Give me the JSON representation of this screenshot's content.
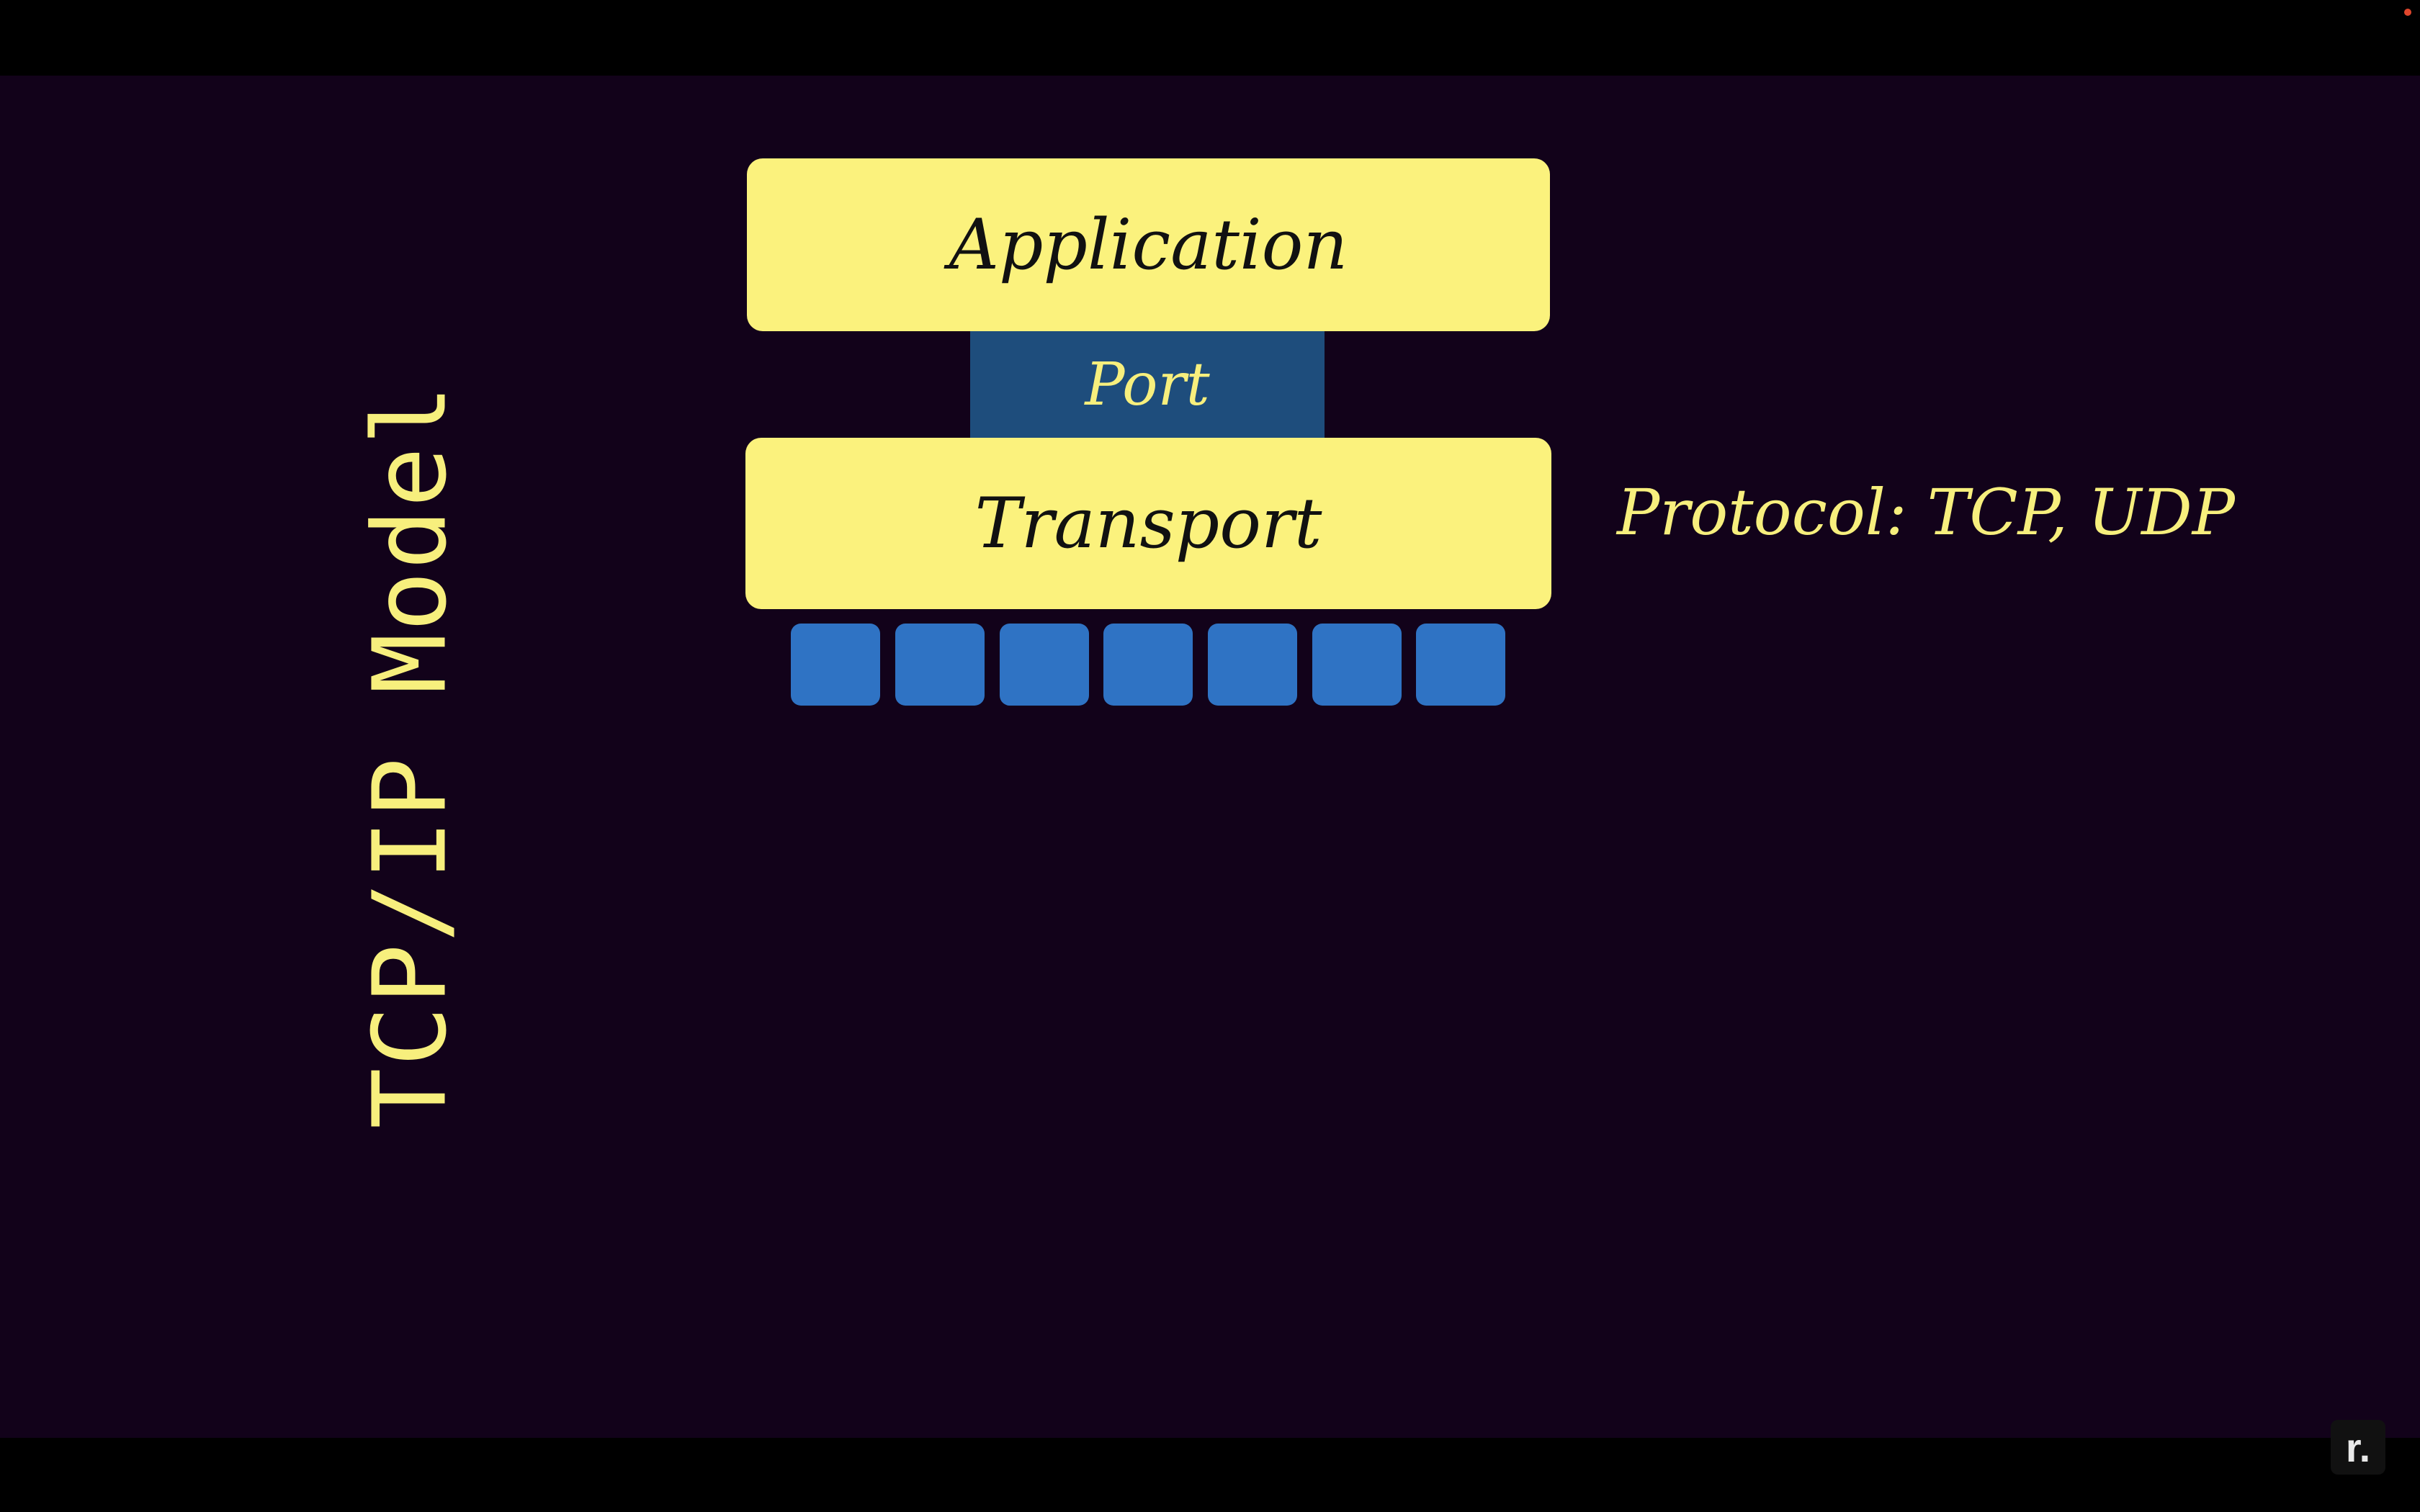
{
  "slide": {
    "vertical_title": "TCP/IP Model",
    "layers": {
      "application": "Application",
      "port": "Port",
      "transport": "Transport"
    },
    "protocol_note": "Protocol: TCP, UDP",
    "packets": {
      "count": 7,
      "color": "#2f73c4"
    }
  },
  "colors": {
    "background": "#12021a",
    "layer_fill": "#fbf27d",
    "port_fill": "#1e4d7c",
    "accent_text": "#f7ef7d"
  },
  "overlay": {
    "logo_text": "r.",
    "logo_icon": "player-logo-icon",
    "record_indicator_icon": "record-dot-icon"
  }
}
